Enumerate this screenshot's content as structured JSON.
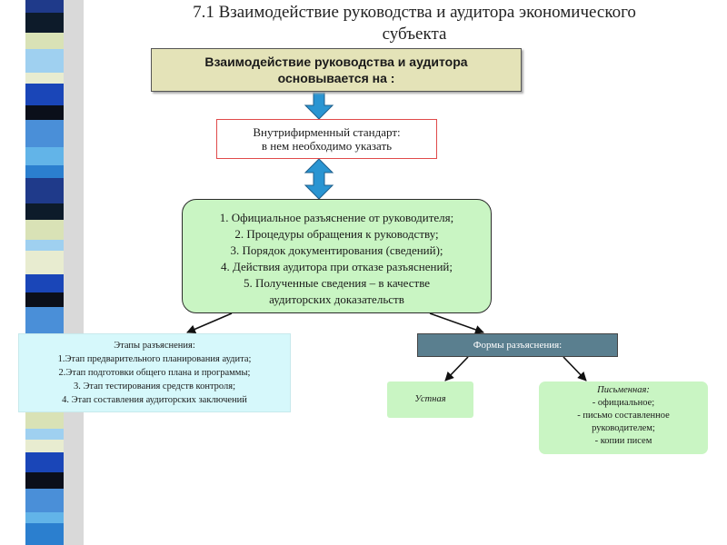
{
  "slide": {
    "title_line1": "7.1 Взаимодействие руководства и аудитора экономического",
    "title_line2": "субъекта"
  },
  "header_box": {
    "line1": "Взаимодействие руководства и аудитора",
    "line2": "основывается на :"
  },
  "standard_box": {
    "line1": "Внутрифирменный стандарт:",
    "line2": "в нем необходимо указать"
  },
  "main_box": {
    "items": [
      "1. Официальное разъяснение от руководителя;",
      "2. Процедуры обращения к руководству;",
      "3. Порядок документирования (сведений);",
      "4. Действия аудитора при отказе разъяснений;",
      "5. Полученные сведения – в качестве",
      "аудиторских  доказательств"
    ]
  },
  "stages_box": {
    "title": "Этапы разъяснения:",
    "items": [
      "1.Этап предварительного планирования аудита;",
      "2.Этап подготовки общего плана и программы;",
      "3. Этап тестирования средств контроля;",
      "4. Этап составления аудиторских заключений"
    ]
  },
  "forms_box": {
    "label": "Формы разъяснения:"
  },
  "oral_box": {
    "label": "Устная"
  },
  "written_box": {
    "title": "Письменная:",
    "items": [
      "- официальное;",
      "- письмо составленное",
      "руководителем;",
      "- копии писем"
    ]
  },
  "colors": {
    "stripe": [
      "#1f3a8a",
      "#4a8fd8",
      "#e8ecd0",
      "#0d1b2a",
      "#62b4e8",
      "#1a46b8",
      "#d9e2b6",
      "#2b7fcf",
      "#0b0f1a",
      "#9fd0f0"
    ],
    "header_fill": "#e4e3b8",
    "green_fill": "#c9f5c3",
    "cyan_fill": "#d6f8fb",
    "forms_fill": "#5a7f8f",
    "arrow_blue": "#2a95d2",
    "standard_border": "#e04a4a"
  }
}
